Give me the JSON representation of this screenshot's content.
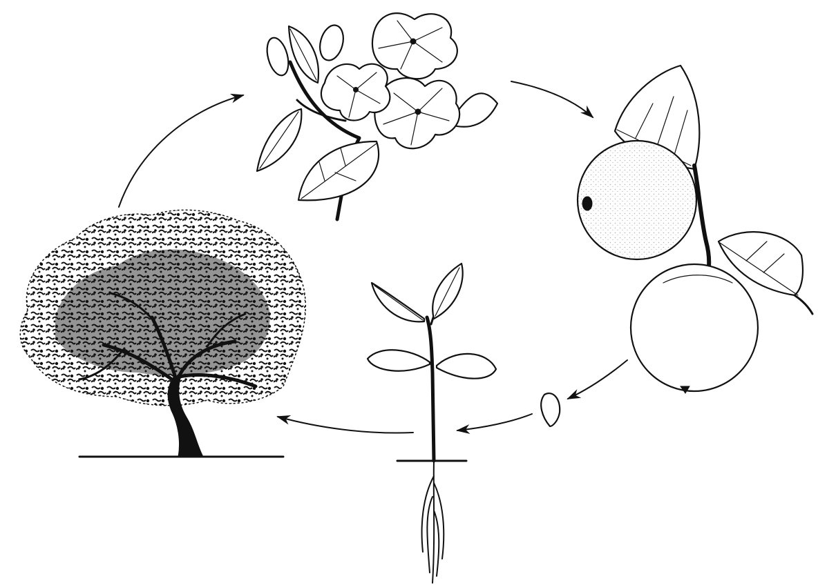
{
  "diagram": {
    "kind": "life-cycle",
    "stages": [
      {
        "id": "blossom",
        "icon": "apple-blossom-icon"
      },
      {
        "id": "fruit",
        "icon": "apple-fruit-icon"
      },
      {
        "id": "seed",
        "icon": "apple-seed-icon"
      },
      {
        "id": "seedling",
        "icon": "seedling-icon"
      },
      {
        "id": "tree",
        "icon": "apple-tree-icon"
      }
    ],
    "flow": [
      [
        "blossom",
        "fruit"
      ],
      [
        "fruit",
        "seed"
      ],
      [
        "seed",
        "seedling"
      ],
      [
        "seedling",
        "tree"
      ],
      [
        "tree",
        "blossom"
      ]
    ],
    "colors": {
      "ink": "#111111",
      "paper": "#ffffff"
    }
  }
}
